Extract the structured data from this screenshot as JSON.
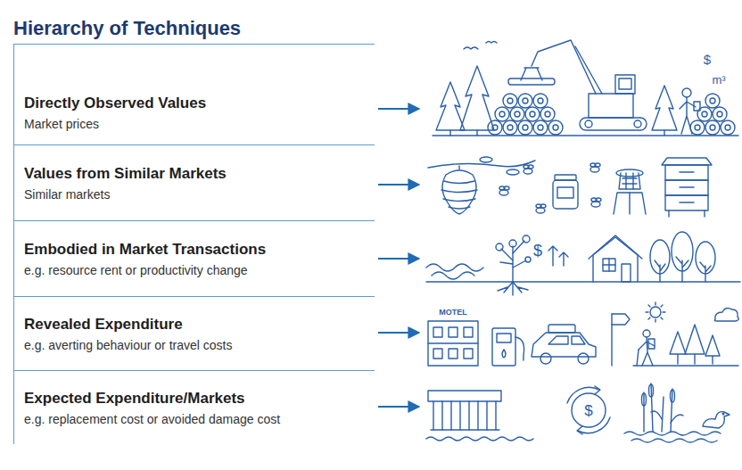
{
  "diagram": {
    "title": "Hierarchy of Techniques",
    "nodes": [
      {
        "text": [
          "Directly Observed Values",
          "Market prices"
        ]
      },
      {
        "text": [
          "Values from Similar Markets",
          "Similar markets"
        ]
      },
      {
        "text": [
          "Embodied in Market Transactions",
          "e.g. resource rent or productivity change"
        ]
      },
      {
        "text": [
          "Revealed Expenditure",
          "e.g. averting behaviour or travel costs"
        ]
      },
      {
        "text": [
          "Expected Expenditure/Markets",
          "e.g. replacement cost or avoided damage cost"
        ]
      }
    ],
    "labels": [
      "$",
      "m³",
      "$",
      "MOTEL",
      "$"
    ]
  }
}
